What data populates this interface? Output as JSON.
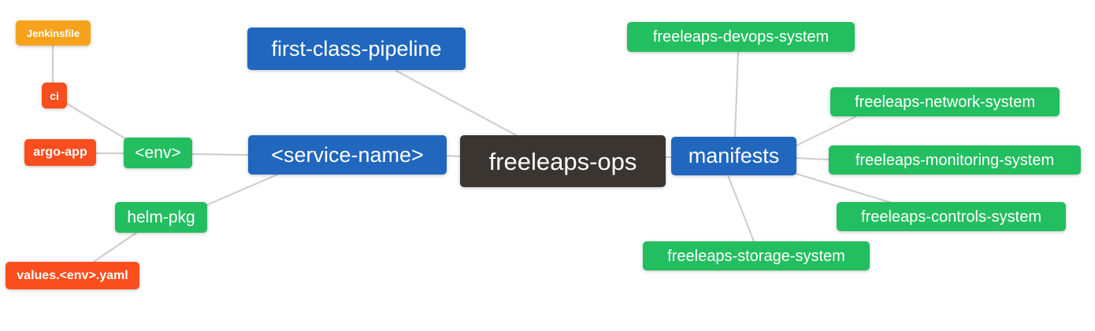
{
  "diagram": {
    "title": "freeleaps-ops mind map",
    "background": "#ffffff",
    "edge_color": "#cccccc",
    "text_color": "#ffffff",
    "palette": {
      "blue": "#2067bd",
      "green": "#23be5f",
      "orange_red": "#fa4e1e",
      "amber": "#f7a21d",
      "dark": "#3a3531"
    },
    "nodes": {
      "jenkinsfile": {
        "label": "Jenkinsfile",
        "color": "#f7a21d"
      },
      "ci": {
        "label": "ci",
        "color": "#fa4e1e"
      },
      "argo-app": {
        "label": "argo-app",
        "color": "#fa4e1e"
      },
      "env": {
        "label": "<env>",
        "color": "#23be5f"
      },
      "helm-pkg": {
        "label": "helm-pkg",
        "color": "#23be5f"
      },
      "values-env-yaml": {
        "label": "values.<env>.yaml",
        "color": "#fa4e1e"
      },
      "first-class-pipeline": {
        "label": "first-class-pipeline",
        "color": "#2067bd"
      },
      "service-name": {
        "label": "<service-name>",
        "color": "#2067bd"
      },
      "freeleaps-ops": {
        "label": "freeleaps-ops",
        "color": "#3a3531"
      },
      "manifests": {
        "label": "manifests",
        "color": "#2067bd"
      },
      "freeleaps-devops-system": {
        "label": "freeleaps-devops-system",
        "color": "#23be5f"
      },
      "freeleaps-network-system": {
        "label": "freeleaps-network-system",
        "color": "#23be5f"
      },
      "freeleaps-monitoring-system": {
        "label": "freeleaps-monitoring-system",
        "color": "#23be5f"
      },
      "freeleaps-controls-system": {
        "label": "freeleaps-controls-system",
        "color": "#23be5f"
      },
      "freeleaps-storage-system": {
        "label": "freeleaps-storage-system",
        "color": "#23be5f"
      }
    },
    "edges": [
      [
        "jenkinsfile",
        "ci"
      ],
      [
        "ci",
        "env"
      ],
      [
        "argo-app",
        "env"
      ],
      [
        "env",
        "service-name"
      ],
      [
        "service-name",
        "helm-pkg"
      ],
      [
        "helm-pkg",
        "values-env-yaml"
      ],
      [
        "first-class-pipeline",
        "freeleaps-ops"
      ],
      [
        "service-name",
        "freeleaps-ops"
      ],
      [
        "freeleaps-ops",
        "manifests"
      ],
      [
        "manifests",
        "freeleaps-devops-system"
      ],
      [
        "manifests",
        "freeleaps-network-system"
      ],
      [
        "manifests",
        "freeleaps-monitoring-system"
      ],
      [
        "manifests",
        "freeleaps-controls-system"
      ],
      [
        "manifests",
        "freeleaps-storage-system"
      ]
    ]
  }
}
